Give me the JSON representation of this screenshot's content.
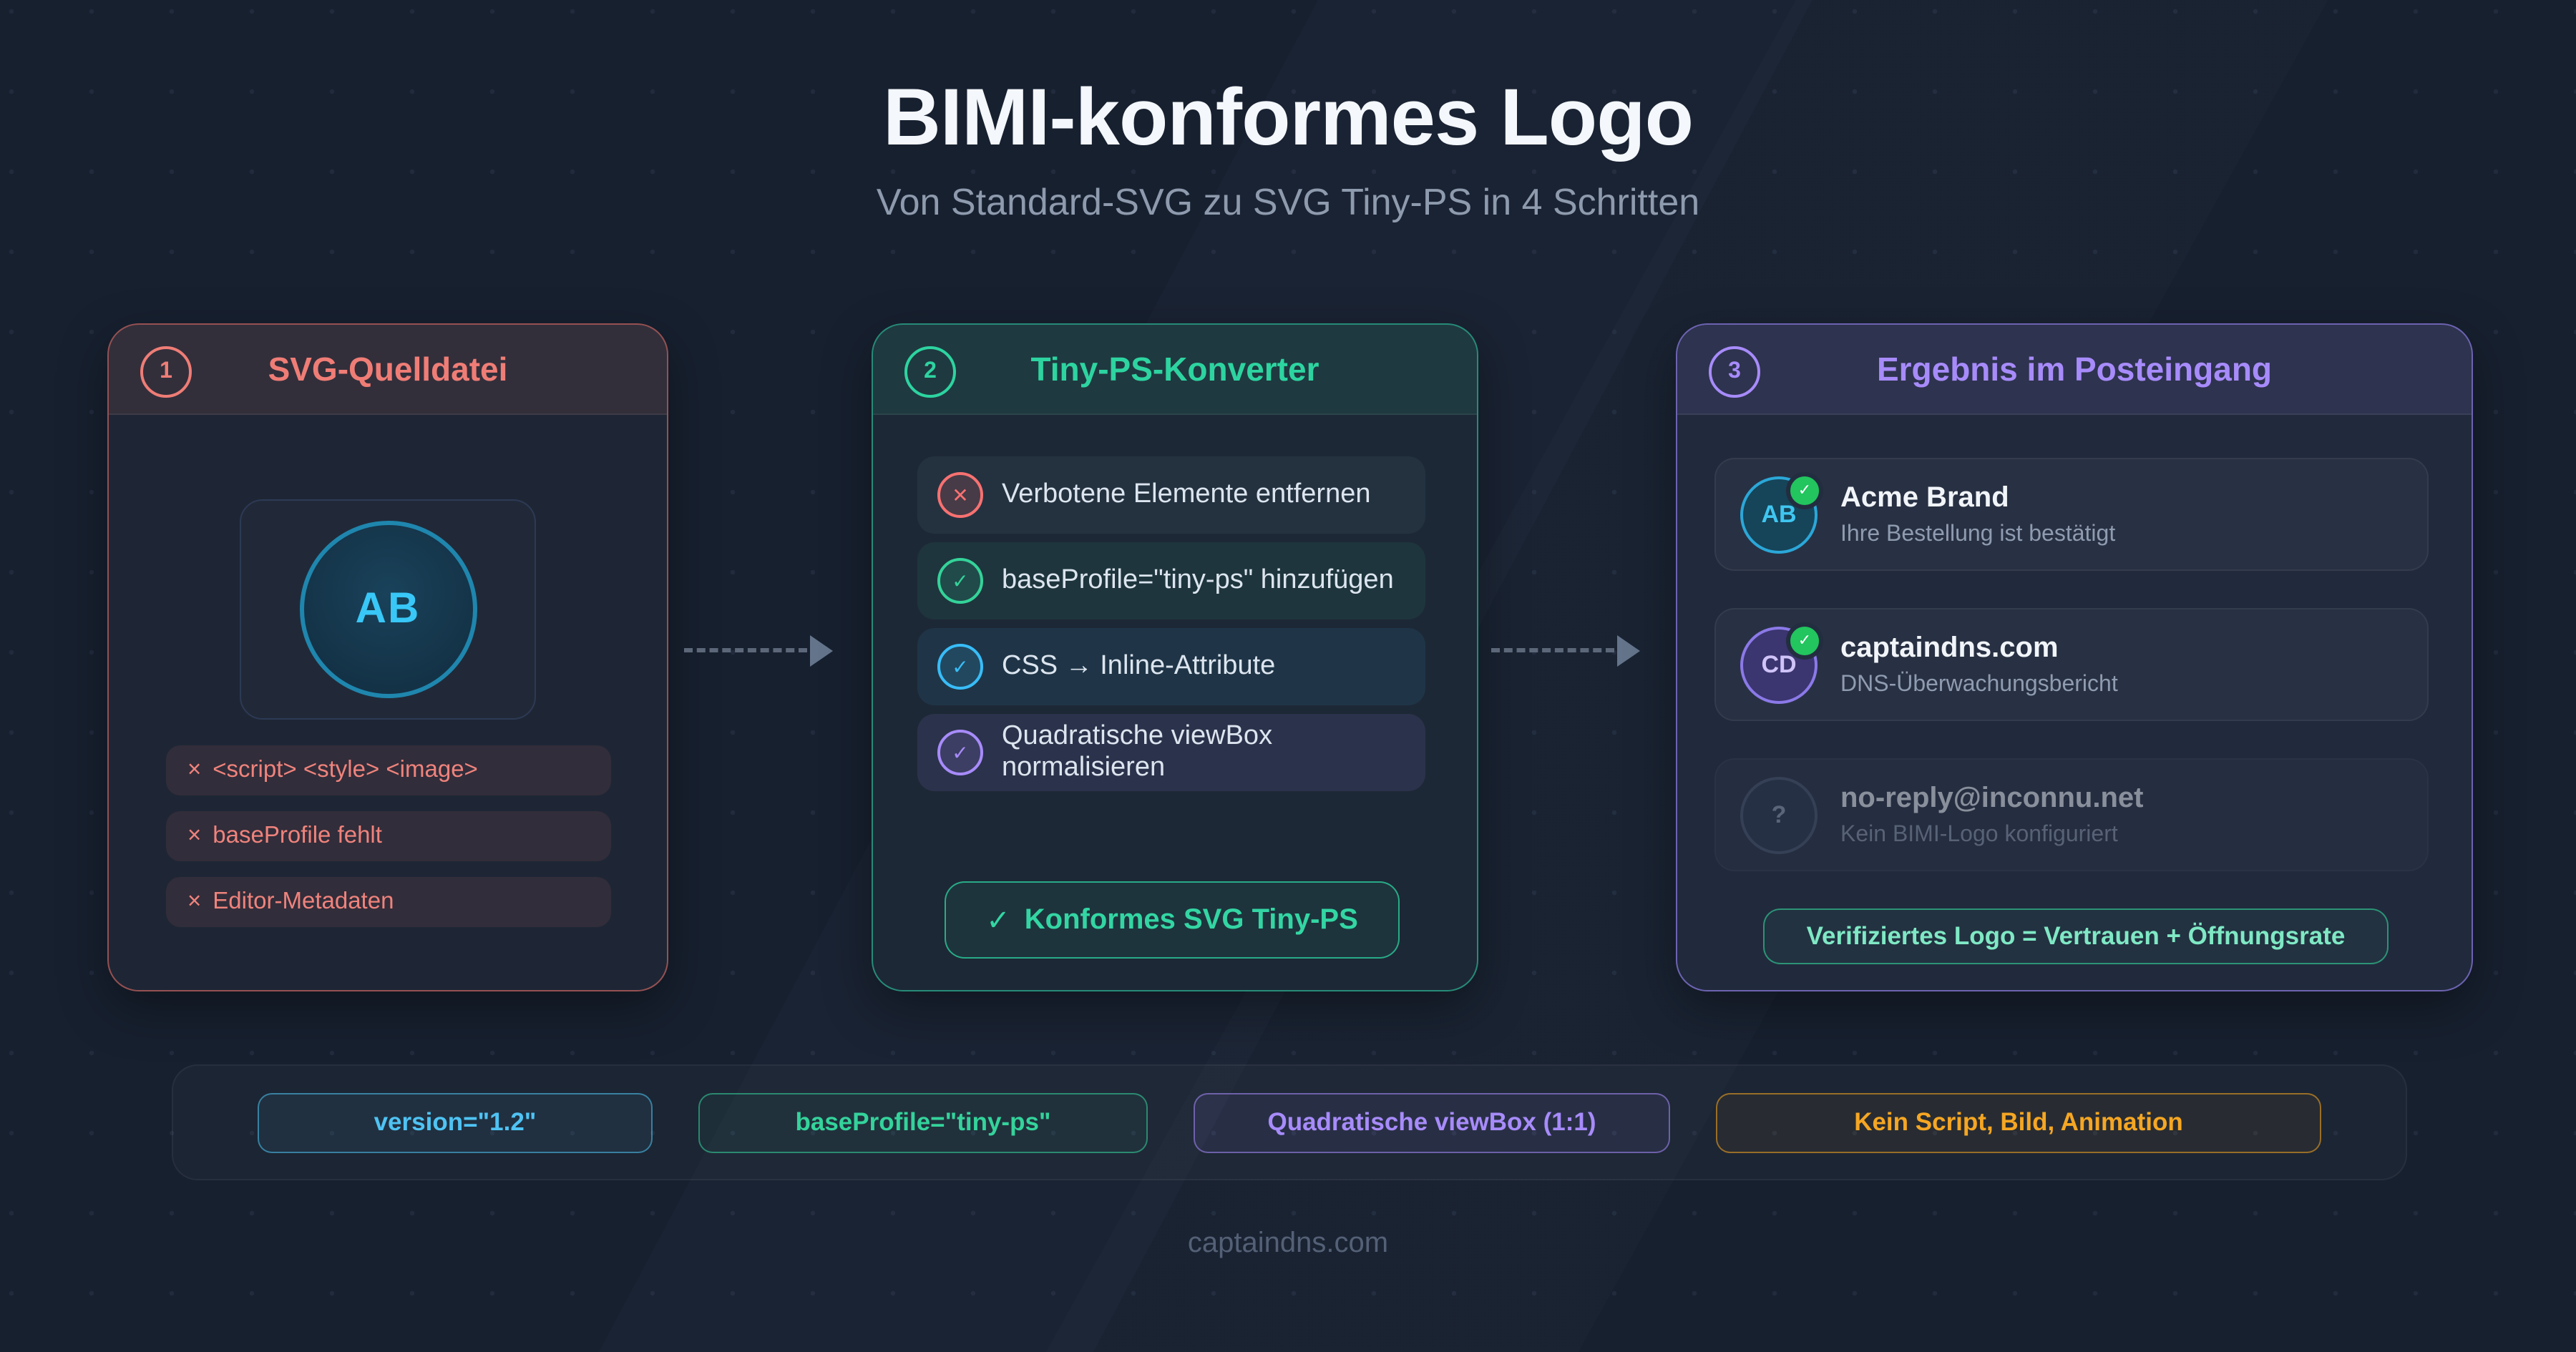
{
  "page": {
    "title": "BIMI-konformes Logo",
    "subtitle": "Von Standard-SVG zu SVG Tiny-PS in 4 Schritten",
    "footer_brand": "captaindns.com"
  },
  "cards": {
    "source": {
      "step_number": "1",
      "title": "SVG-Quelldatei",
      "logo_initials": "AB",
      "accent_color": "#ef7d76",
      "issues": [
        {
          "mark": "×",
          "label": "<script> <style> <image>"
        },
        {
          "mark": "×",
          "label": "baseProfile fehlt"
        },
        {
          "mark": "×",
          "label": "Editor-Metadaten"
        }
      ]
    },
    "converter": {
      "step_number": "2",
      "title": "Tiny-PS-Konverter",
      "accent_color": "#2dd4a0",
      "steps": [
        {
          "icon": "x-circle-icon",
          "glyph": "✕",
          "color": "#f87171",
          "label": "Verbotene Elemente entfernen"
        },
        {
          "icon": "check-circle-icon",
          "glyph": "✓",
          "color": "#34d399",
          "label": "baseProfile=\"tiny-ps\" hinzufügen"
        },
        {
          "icon": "check-circle-icon",
          "glyph": "✓",
          "color": "#38bdf8",
          "label": "CSS → Inline-Attribute"
        },
        {
          "icon": "check-circle-icon",
          "glyph": "✓",
          "color": "#a78bfa",
          "label": "Quadratische viewBox normalisieren"
        }
      ],
      "result": {
        "mark": "✓",
        "label": "Konformes SVG Tiny-PS"
      }
    },
    "inbox": {
      "step_number": "3",
      "title": "Ergebnis im Posteingang",
      "accent_color": "#a78bfa",
      "emails": [
        {
          "initials": "AB",
          "sender": "Acme Brand",
          "subject": "Ihre Bestellung ist bestätigt",
          "verified": true,
          "badge_glyph": "✓"
        },
        {
          "initials": "CD",
          "sender": "captaindns.com",
          "subject": "DNS-Überwachungsbericht",
          "verified": true,
          "badge_glyph": "✓"
        },
        {
          "initials": "?",
          "sender": "no-reply@inconnu.net",
          "subject": "Kein BIMI-Logo konfiguriert",
          "verified": false
        }
      ],
      "benefit_label": "Verifiziertes Logo = Vertrauen + Öffnungsrate"
    }
  },
  "badges": [
    {
      "label": "version=\"1.2\"",
      "color": "#4fc3f3"
    },
    {
      "label": "baseProfile=\"tiny-ps\"",
      "color": "#34d39b"
    },
    {
      "label": "Quadratische viewBox (1:1)",
      "color": "#a78bfa"
    },
    {
      "label": "Kein Script, Bild, Animation",
      "color": "#f5a623"
    }
  ]
}
